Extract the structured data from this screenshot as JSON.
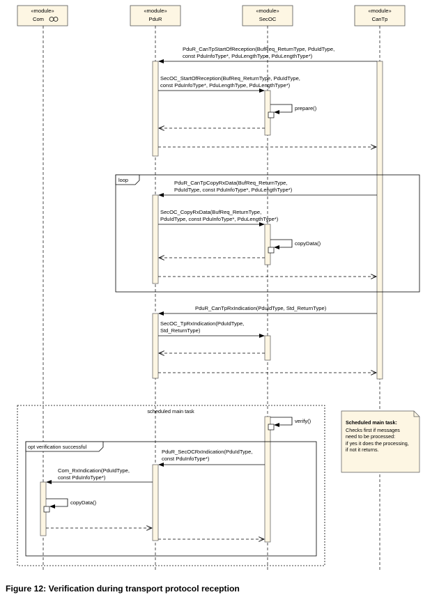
{
  "lifelines": [
    {
      "stereotype": "«module»",
      "name": "Com"
    },
    {
      "stereotype": "«module»",
      "name": "PduR"
    },
    {
      "stereotype": "«module»",
      "name": "SecOC"
    },
    {
      "stereotype": "«module»",
      "name": "CanTp"
    }
  ],
  "messages": {
    "m1": [
      "PduR_CanTpStartOfReception(BufReq_ReturnType, PduIdType,",
      "const PduInfoType*, PduLengthType, PduLengthType*)"
    ],
    "m2": [
      "SecOC_StartOfReception(BufReq_ReturnType, PduIdType,",
      "const PduInfoType*, PduLengthType, PduLengthType*)"
    ],
    "prepare": "prepare()",
    "m3": [
      "PduR_CanTpCopyRxData(BufReq_ReturnType,",
      "PduIdType, const PduInfoType*, PduLengthType*)"
    ],
    "m4": [
      "SecOC_CopyRxData(BufReq_ReturnType,",
      "PduIdType, const PduInfoType*, PduLengthType*)"
    ],
    "copydata1": "copyData()",
    "m5": "PduR_CanTpRxIndication(PduIdType, Std_ReturnType)",
    "m6": [
      "SecOC_TpRxIndication(PduIdType,",
      "Std_ReturnType)"
    ],
    "verify": "verify()",
    "m7": [
      "PduR_SecOCRxIndication(PduIdType,",
      "const PduInfoType*)"
    ],
    "m8": [
      "Com_RxIndication(PduIdType,",
      "const PduInfoType*)"
    ],
    "copydata2": "copyData()"
  },
  "fragments": {
    "loop": "loop",
    "scheduled": "scheduled main task",
    "opt": "opt verification successful"
  },
  "note": {
    "title": "Scheduled main task:",
    "lines": [
      "Checks first if  messages",
      "need to be processed:",
      "if yes it does the processing,",
      "if not it returns."
    ]
  },
  "caption": "Figure 12: Verification during transport protocol reception"
}
